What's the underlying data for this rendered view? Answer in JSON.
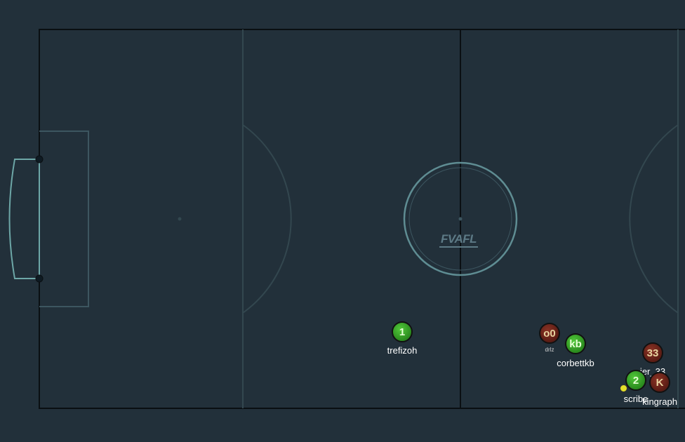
{
  "game": {
    "logo_text": "FVAFL",
    "colors": {
      "pitch": "#22303a",
      "team_home": "#2a8a1e",
      "team_away": "#5a1c14",
      "ball": "#e3e02a"
    },
    "players": [
      {
        "id": "p-trefizoh",
        "number": "1",
        "name": "trefizoh",
        "team": "green"
      },
      {
        "id": "p-drlz",
        "number": "o0",
        "name": "drlz",
        "team": "red"
      },
      {
        "id": "p-corbettkb",
        "number": "kb",
        "name": "corbettkb",
        "team": "green"
      },
      {
        "id": "p-33",
        "number": "33",
        "name": "ier_33",
        "team": "red"
      },
      {
        "id": "p-scribe",
        "number": "2",
        "name": "scribe",
        "team": "green"
      },
      {
        "id": "p-kingraph",
        "number": "K",
        "name": "kingraph",
        "team": "red"
      }
    ]
  }
}
